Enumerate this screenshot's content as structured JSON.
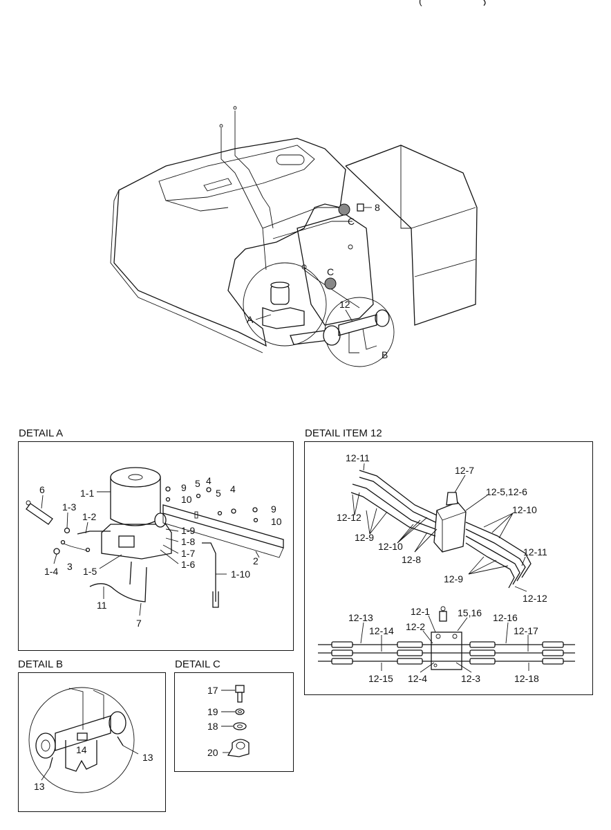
{
  "header_fragment": "(",
  "main_view": {
    "labels": {
      "A": "A",
      "B": "B",
      "C_upper": "C",
      "C_lower": "C",
      "item12": "12",
      "item8": "8"
    }
  },
  "detail_a": {
    "title": "DETAIL A",
    "labels": [
      "1-1",
      "9",
      "10",
      "5",
      "4",
      "5",
      "4",
      "9",
      "10",
      "6",
      "1-3",
      "1-2",
      "1-9",
      "1-8",
      "1-7",
      "1-6",
      "2",
      "1-4",
      "3",
      "1-5",
      "1-10",
      "11",
      "7"
    ]
  },
  "detail_item12": {
    "title": "DETAIL ITEM 12",
    "labels": [
      "12-11",
      "12-7",
      "12-5,12-6",
      "12-10",
      "12-12",
      "12-9",
      "12-10",
      "12-8",
      "12-11",
      "12-9",
      "12-12",
      "12-1",
      "15,16",
      "12-13",
      "12-14",
      "12-2",
      "12-16",
      "12-17",
      "12-15",
      "12-4",
      "12-3",
      "12-18"
    ]
  },
  "detail_b": {
    "title": "DETAIL B",
    "labels": [
      "14",
      "13",
      "13"
    ]
  },
  "detail_c": {
    "title": "DETAIL C",
    "labels": [
      "17",
      "19",
      "18",
      "20"
    ]
  }
}
